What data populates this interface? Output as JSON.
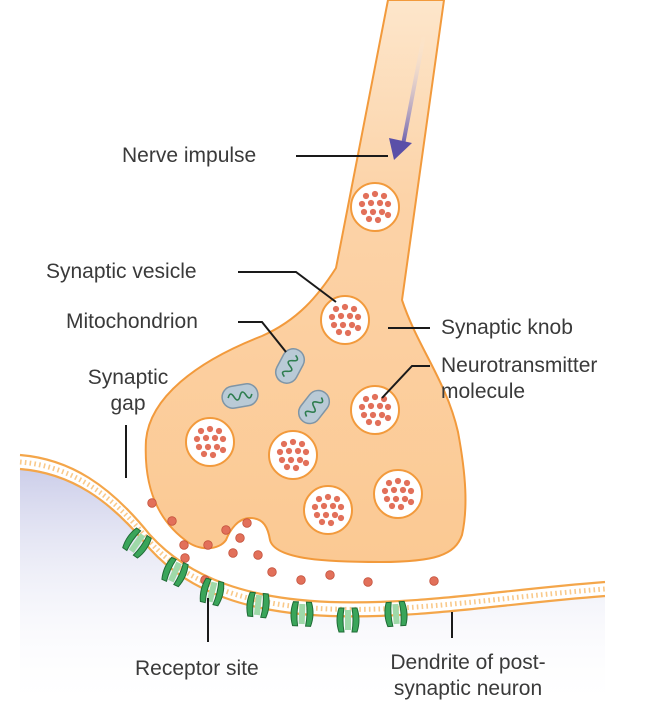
{
  "labels": {
    "nerve_impulse": "Nerve impulse",
    "synaptic_vesicle": "Synaptic vesicle",
    "mitochondrion": "Mitochondrion",
    "synaptic_gap_line1": "Synaptic",
    "synaptic_gap_line2": "gap",
    "synaptic_knob": "Synaptic knob",
    "neurotransmitter_line1": "Neurotransmitter",
    "neurotransmitter_line2": "molecule",
    "receptor_site": "Receptor site",
    "dendrite_line1": "Dendrite of post-",
    "dendrite_line2": "synaptic neuron"
  },
  "colors": {
    "neuron_fill": "#fbc993",
    "neuron_outline": "#f29a3c",
    "vesicle_fill": "#ffffff",
    "molecule": "#e2705a",
    "membrane": "#f4a64a",
    "receptor": "#3aa55a",
    "mitochondrion": "#b9cad6",
    "arrow": "#5a4fa8",
    "dendrite_shade": "#c9cbe8",
    "label_text": "#3a3a3a"
  }
}
